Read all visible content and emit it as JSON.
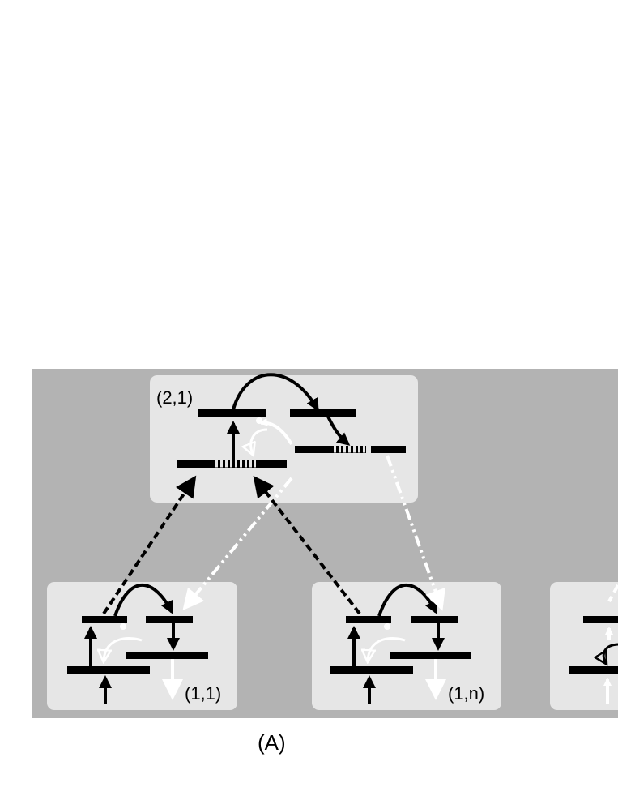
{
  "caption": "(A)",
  "modules": [
    {
      "id": "m21",
      "label": "(2,1)"
    },
    {
      "id": "m11",
      "label": "(1,1)"
    },
    {
      "id": "m1n",
      "label": "(1,n)"
    },
    {
      "id": "mcut",
      "label": ""
    }
  ],
  "colors": {
    "background": "#b3b3b3",
    "module_fill": "#e6e6e6",
    "level_bar": "#000000",
    "white_arrow": "#ffffff",
    "black_arrow": "#000000"
  }
}
